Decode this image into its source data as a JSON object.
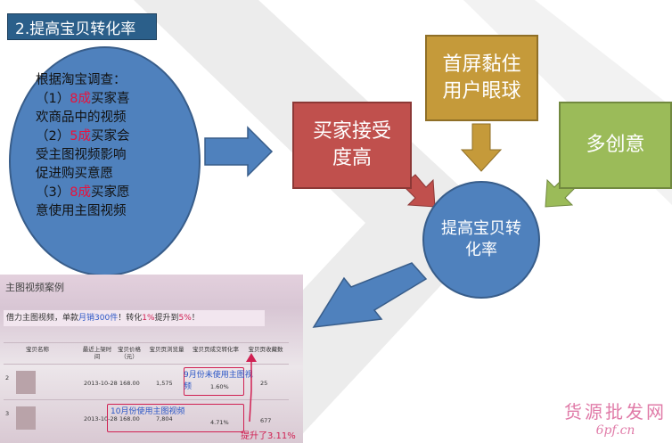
{
  "slide": {
    "title": "2.提高宝贝转化率",
    "survey": {
      "intro": "根据淘宝调查：",
      "items": [
        {
          "prefix": "（1）",
          "highlight": "8成",
          "rest_first": "买家喜",
          "rest_second": "欢商品中的视频"
        },
        {
          "prefix": "（2）",
          "highlight": "5成",
          "rest_first": "买家会",
          "rest_second": "受主图视频影响",
          "rest_third": "促进购买意愿"
        },
        {
          "prefix": "（3）",
          "highlight": "8成",
          "rest_first": "买家愿",
          "rest_second": "意使用主图视频"
        }
      ]
    },
    "factors": {
      "red": [
        "买家接受",
        "度高"
      ],
      "gold": [
        "首屏黏住",
        "用户眼球"
      ],
      "green": "多创意"
    },
    "center": [
      "提高宝贝转",
      "化率"
    ]
  },
  "photo": {
    "title": "主图视频案例",
    "banner_pre": "借力主图视频，单款",
    "banner_blue": "月销300件",
    "banner_mid": "！转化",
    "banner_red1": "1%",
    "banner_mid2": "提升到",
    "banner_red2": "5%",
    "banner_post": "！",
    "columns": [
      "宝贝名称",
      "最近上架时间",
      "宝贝价格（元）",
      "宝贝页浏览量",
      "宝贝页成交转化率",
      "宝贝页收藏数"
    ],
    "rows": [
      {
        "index": "2",
        "date": "2013-10-28",
        "price": "168.00",
        "views": "1,575",
        "rate": "1.60%",
        "favs": "25",
        "note": "9月份未使用主图视频"
      },
      {
        "index": "3",
        "date": "2013-10-28",
        "price": "168.00",
        "views": "7,804",
        "rate": "4.71%",
        "favs": "677",
        "note": "10月份使用主图视频"
      }
    ],
    "callout": "提升了3.11%"
  },
  "watermark": {
    "line1": "货源批发网",
    "line2": "6pf.cn"
  },
  "colors": {
    "accent_blue": "#4f81bd",
    "red": "#c0504d",
    "gold": "#c59a3a",
    "green": "#9bbb59",
    "highlight_red": "#e8123c"
  }
}
